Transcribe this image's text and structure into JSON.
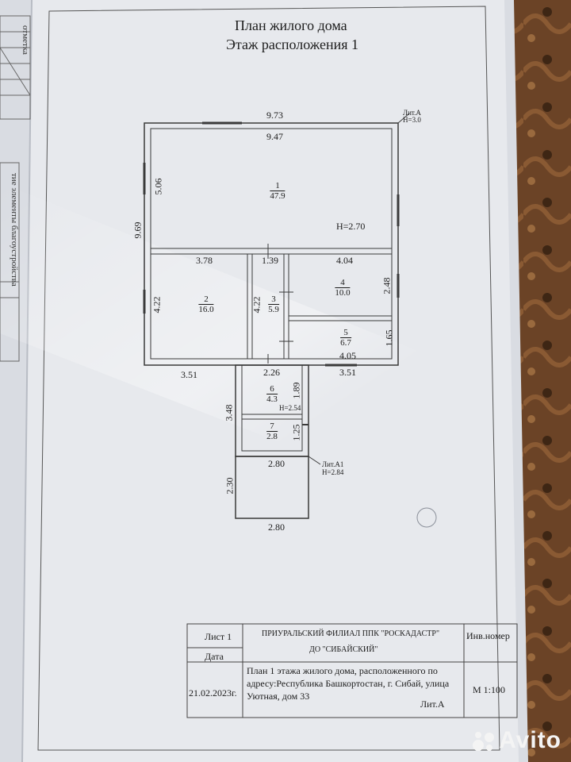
{
  "title": "План жилого дома",
  "subtitle": "Этаж расположения 1",
  "lit_a": {
    "name": "Лит.А",
    "height": "H=3.0"
  },
  "lit_a1": {
    "name": "Лит.А1",
    "height": "H=2.84"
  },
  "dimensions": {
    "outer_top": "9.73",
    "inner_top": "9.47",
    "outer_left": "9.69",
    "room1_left": "5.06",
    "room1_height": "H=2.70",
    "room2_top": "3.78",
    "room2_left": "4.22",
    "room3_top": "1.39",
    "room3_left": "4.22",
    "room4_top": "4.04",
    "room4_right": "2.48",
    "room5_right": "1.65",
    "room5_bottom": "4.05",
    "bottom_left": "3.51",
    "bottom_right": "3.51",
    "ext_top": "2.26",
    "ext_right": "1.89",
    "ext_left": "3.48",
    "room6_height": "H=2.54",
    "room7_right": "1.25",
    "porch_top": "2.80",
    "porch_left": "2.30",
    "porch_bottom": "2.80"
  },
  "rooms": [
    {
      "number": "1",
      "area": "47.9"
    },
    {
      "number": "2",
      "area": "16.0"
    },
    {
      "number": "3",
      "area": "5.9"
    },
    {
      "number": "4",
      "area": "10.0"
    },
    {
      "number": "5",
      "area": "6.7"
    },
    {
      "number": "6",
      "area": "4.3"
    },
    {
      "number": "7",
      "area": "2.8"
    }
  ],
  "stamp": {
    "sheet": "Лист 1",
    "date_label": "Дата",
    "date": "21.02.2023г.",
    "org_line1": "ПРИУРАЛЬСКИЙ ФИЛИАЛ ППК \"РОСКАДАСТР\"",
    "org_line2": "ДО \"СИБАЙСКИЙ\"",
    "inv": "Инв.номер",
    "desc_line1": "План 1 этажа жилого дома, расположенного по",
    "desc_line2": "адресу:Республика Башкортостан,  г. Сибай, улица",
    "desc_line3": "Уютная, дом 33",
    "lit": "Лит.А",
    "scale": "М 1:100"
  },
  "margin_notes": {
    "top": "отметка",
    "side": "тие элементы благоустройства"
  },
  "watermark": "Avito",
  "colors": {
    "paper": "#e6e8ec",
    "line": "#3a3a3a",
    "carpet": "#5a3a22"
  }
}
